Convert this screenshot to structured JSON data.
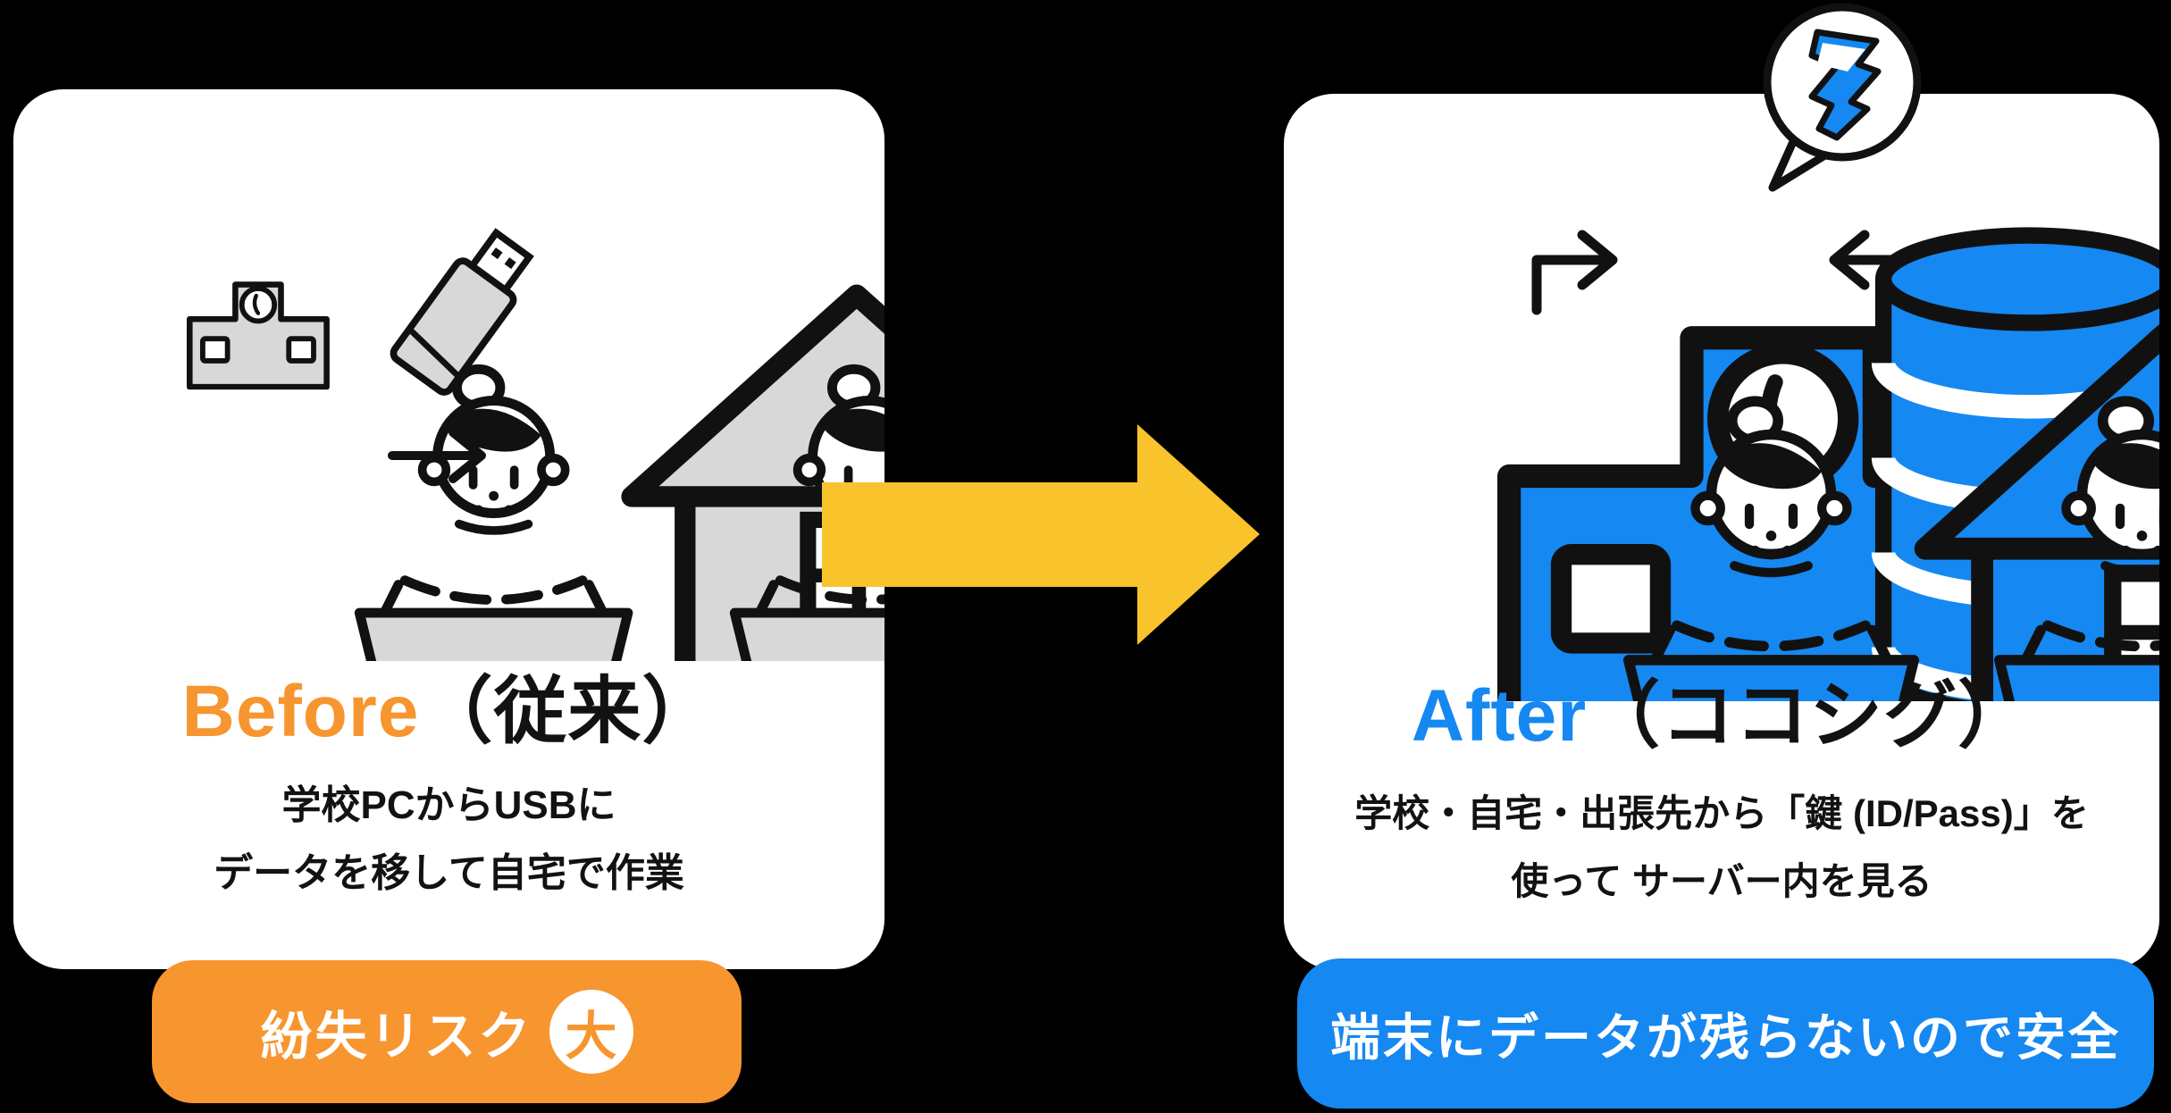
{
  "colors": {
    "background": "#000000",
    "card": "#FFFFFF",
    "ink": "#121212",
    "orange": "#F7952F",
    "blue": "#1588F2",
    "yellow": "#F9C32B",
    "device_gray": "#D8D8D8"
  },
  "before_panel": {
    "title_highlight": "Before",
    "title_rest": "（従来）",
    "description": [
      "学校PCからUSBに",
      "データを移して自宅で作業"
    ],
    "badge": {
      "label": "紛失リスク",
      "emphasis": "大"
    }
  },
  "after_panel": {
    "title_highlight": "After",
    "title_rest": "（ココシグ）",
    "description": [
      "学校・自宅・出張先から「鍵 (ID/Pass)」を",
      "使って サーバー内を見る"
    ],
    "badge": {
      "label": "端末にデータが残らないので安全"
    }
  },
  "icons": {
    "school-icon": "building-with-clock",
    "usb-icon": "usb-flash-drive",
    "house-icon": "house",
    "person-at-computer-icon": "person-behind-monitor",
    "transfer-arrow-icon": "right-arrow",
    "big-transition-arrow-icon": "filled-right-arrow",
    "database-icon": "server-cylinder",
    "upload-arrow-left-icon": "bent-arrow-pointing-right",
    "upload-arrow-right-icon": "bent-arrow-pointing-left",
    "speech-bubble-icon": "speech-balloon",
    "cocosig-logo-icon": "blue-zigzag-mark"
  }
}
